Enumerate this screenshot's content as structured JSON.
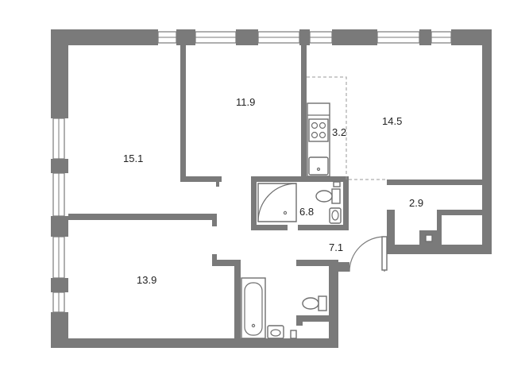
{
  "room_labels": {
    "bedroom_top_left": "15.1",
    "bedroom_top_middle": "11.9",
    "kitchen_living": "14.5",
    "kitchen_strip": "3.2",
    "bathroom_center": "6.8",
    "storage_right": "2.9",
    "hall": "7.1",
    "bedroom_bottom_left": "13.9"
  },
  "colors": {
    "wall": "#7a7a7a",
    "background": "#ffffff",
    "fixture_stroke": "#6f6f6f",
    "label_text": "#222222"
  }
}
